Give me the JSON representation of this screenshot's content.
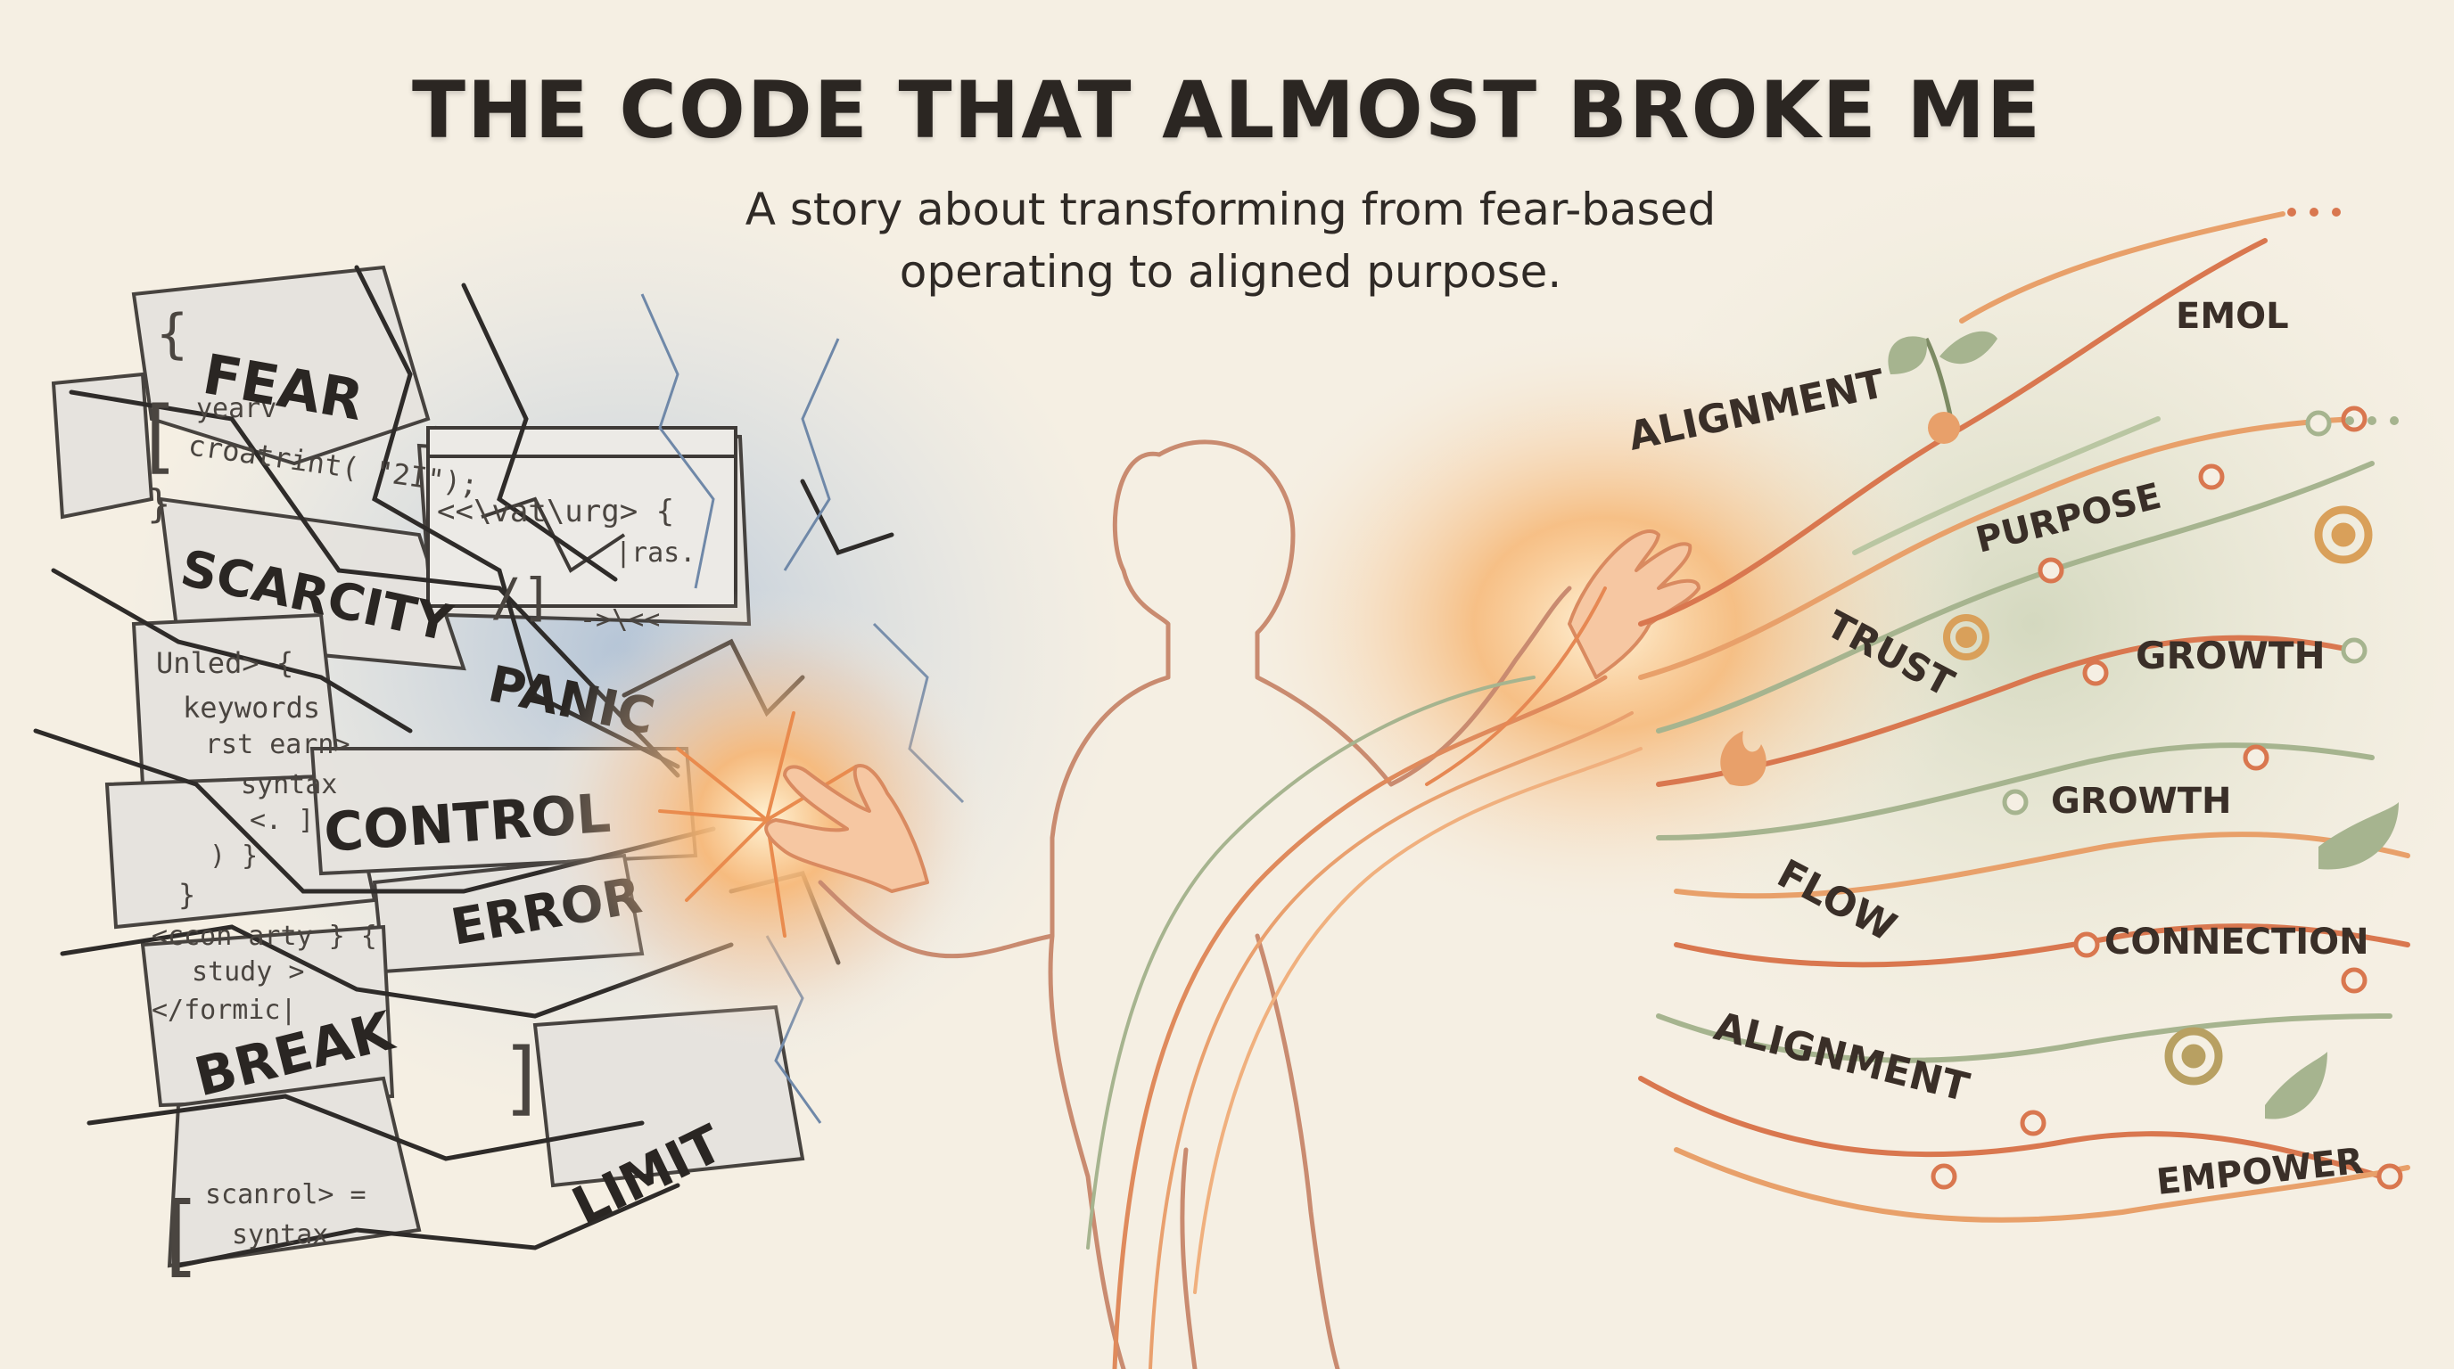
{
  "title": "THE CODE THAT ALMOST BROKE ME",
  "subtitle": "A story about transforming from fear-based operating to aligned purpose.",
  "fear_words": [
    "FEAR",
    "SCARCITY",
    "PANIC",
    "CONTROL",
    "ERROR",
    "BREAK",
    "LIMIT"
  ],
  "code_fragments": [
    "{",
    "yearv",
    "croatrint( \"2I\");",
    "}",
    "[",
    "<<\\vat\\urg> {",
    "|ras.",
    "/]",
    "->\\<<",
    "Unled> {",
    "keywords",
    "rst earn>",
    "syntax",
    "<. ]",
    ") }",
    "}",
    "<ccon-arty } {",
    "study >",
    "</formic|",
    "scanrol> =",
    "syntax",
    "[",
    "]"
  ],
  "aligned_words": [
    "ALIGNMENT",
    "EMOL",
    "PURPOSE",
    "TRUST",
    "GROWTH",
    "GROWTH",
    "FLOW",
    "CONNECTION",
    "ALIGNMENT",
    "EMPOWER"
  ],
  "icons": [
    "sprout-icon",
    "gear-icon",
    "gear-icon",
    "gear-icon",
    "leaf-icon",
    "leaf-icon",
    "flame-icon",
    "broken-window-icon"
  ],
  "colors": {
    "background": "#f5efe3",
    "fear_gray": "#8d96a3",
    "fear_blue": "#a8bcd4",
    "glow": "#f7a866",
    "aligned_orange": "#d9774f",
    "aligned_green": "#a6b48f",
    "figure_outline": "#c7866a"
  }
}
